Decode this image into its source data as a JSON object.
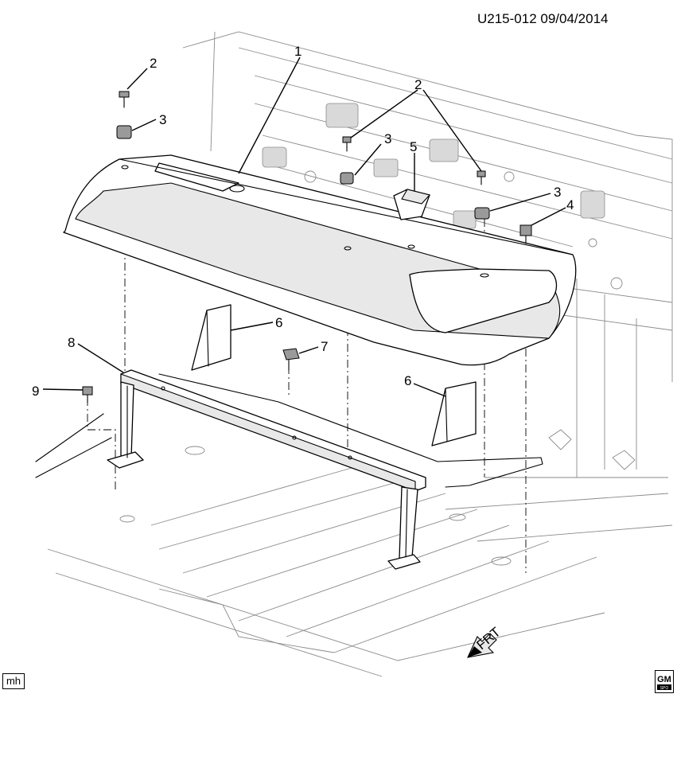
{
  "doc": {
    "id": "U215-012 09/04/2014"
  },
  "callouts": [
    {
      "label": "1"
    },
    {
      "label": "2"
    },
    {
      "label": "3"
    },
    {
      "label": "2"
    },
    {
      "label": "3"
    },
    {
      "label": "5"
    },
    {
      "label": "3"
    },
    {
      "label": "4"
    },
    {
      "label": "6"
    },
    {
      "label": "7"
    },
    {
      "label": "8"
    },
    {
      "label": "9"
    },
    {
      "label": "6"
    }
  ],
  "direction_arrow": {
    "label": "FRT"
  },
  "footer": {
    "left_tag": "mh",
    "logo_text": "GM",
    "logo_sub": "SPO"
  }
}
